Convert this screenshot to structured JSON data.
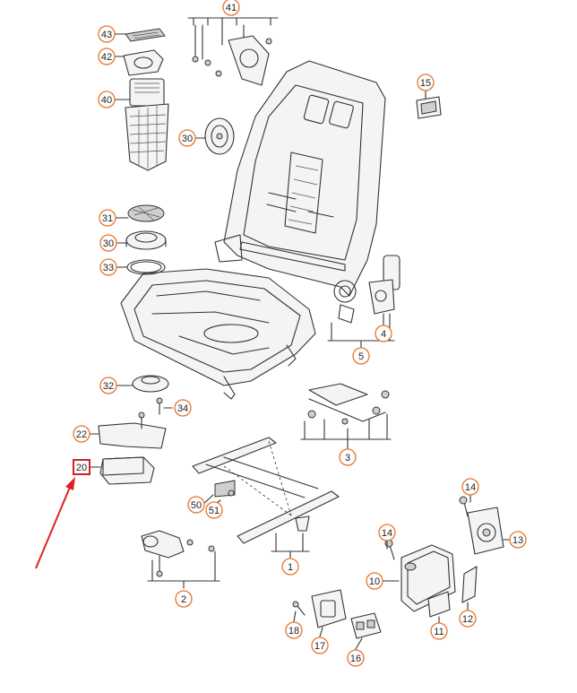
{
  "diagram": {
    "highlighted_label": "20",
    "accent_color": "#e8742a",
    "highlight_color": "#d42020",
    "arrow_color": "#e02020",
    "callouts": [
      "41",
      "43",
      "42",
      "40",
      "15",
      "30",
      "31",
      "30",
      "33",
      "4",
      "5",
      "32",
      "34",
      "3",
      "22",
      "20",
      "50",
      "51",
      "1",
      "2",
      "14",
      "14",
      "13",
      "10",
      "12",
      "11",
      "18",
      "17",
      "16"
    ]
  }
}
